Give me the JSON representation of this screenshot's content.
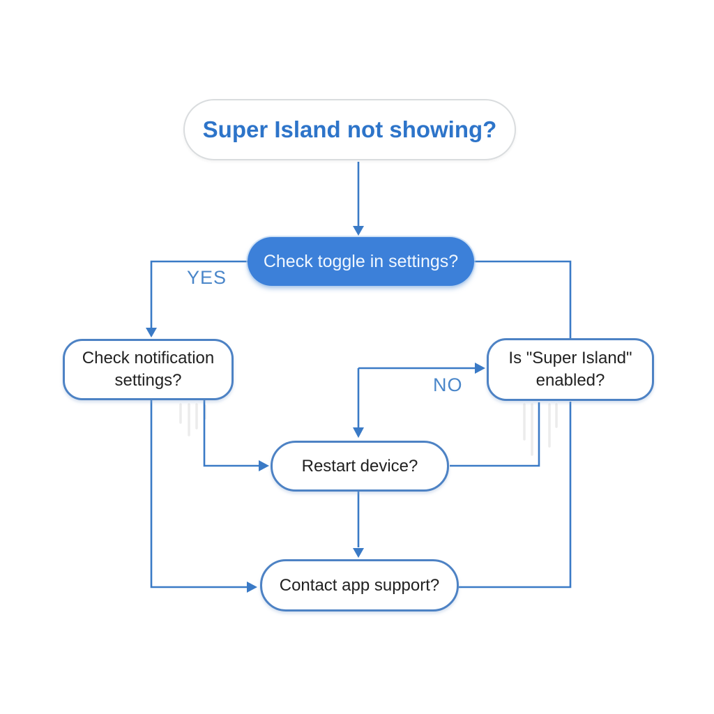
{
  "diagram": {
    "type": "flowchart",
    "colors": {
      "background": "#ffffff",
      "line": "#3a7ac6",
      "node_border": "#4d82c4",
      "primary_fill": "#3c80d9",
      "primary_text": "#f0f7ff",
      "title_text": "#2d74c9",
      "title_border": "#d9dcde",
      "branch_label": "#4a86c9",
      "node_text": "#212121"
    },
    "nodes": {
      "start": {
        "label": "Super Island not showing?"
      },
      "check_toggle": {
        "label": "Check toggle in settings?"
      },
      "check_notification": {
        "label": "Check notification settings?"
      },
      "is_enabled": {
        "label": "Is \"Super Island\" enabled?"
      },
      "restart": {
        "label": "Restart device?"
      },
      "contact": {
        "label": "Contact app support?"
      }
    },
    "branch_labels": {
      "yes": "YES",
      "no": "NO"
    }
  }
}
